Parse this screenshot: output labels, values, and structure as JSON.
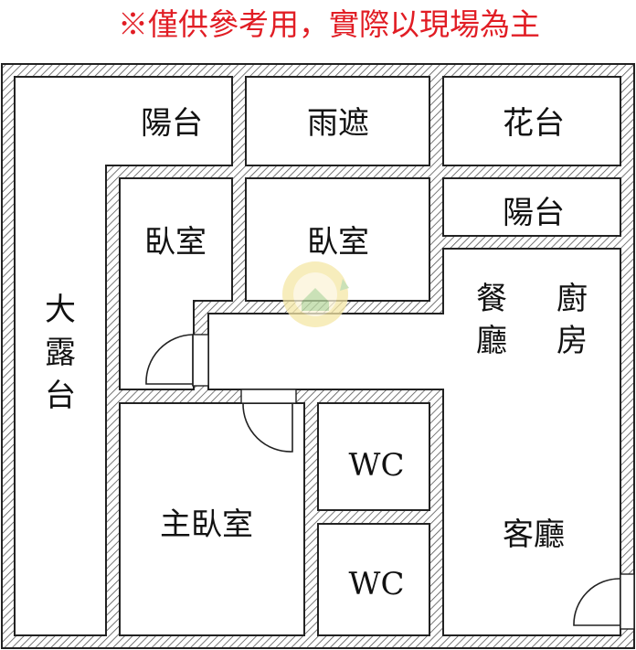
{
  "notice": "※僅供參考用，實際以現場為主",
  "rooms": {
    "big_terrace": [
      "大",
      "露",
      "台"
    ],
    "balcony_top": "陽台",
    "canopy": "雨遮",
    "planter": "花台",
    "balcony_right": "陽台",
    "bedroom_left": "臥室",
    "bedroom_mid": "臥室",
    "dining": [
      "餐",
      "廳"
    ],
    "kitchen": [
      "廚",
      "房"
    ],
    "master_bedroom": "主臥室",
    "wc_upper": "WC",
    "wc_lower": "WC",
    "living_room": "客廳"
  },
  "colors": {
    "notice": "#e11d24",
    "wall_line": "#222222",
    "watermark": "#f3e3a0"
  }
}
